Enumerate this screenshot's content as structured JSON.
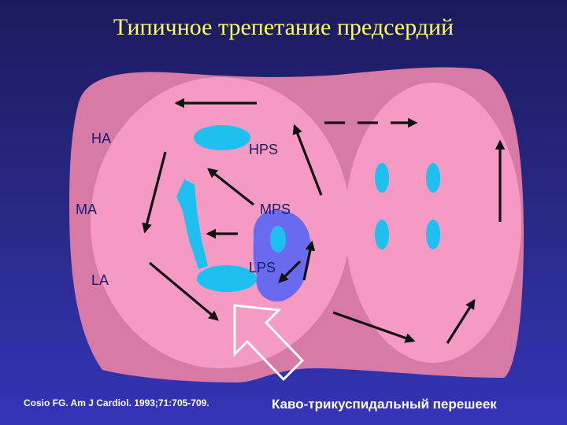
{
  "title": "Типичное трепетание предсердий",
  "labels": {
    "ha": "HA",
    "ma": "MA",
    "la": "LA",
    "hps": "HPS",
    "mps": "MPS",
    "lps": "LPS"
  },
  "citation": "Cosio FG. Am J Cardiol. 1993;71:705-709.",
  "caption": "Каво-трикуспидальный перешеек",
  "colors": {
    "background": "#2a2a8a",
    "title": "#ffff66",
    "atrium_outer": "#d87aa6",
    "atrium_inner": "#f59ac2",
    "structures": "#1ec0f0",
    "isthmus": "#6a6aee",
    "arrows": "#111111"
  }
}
